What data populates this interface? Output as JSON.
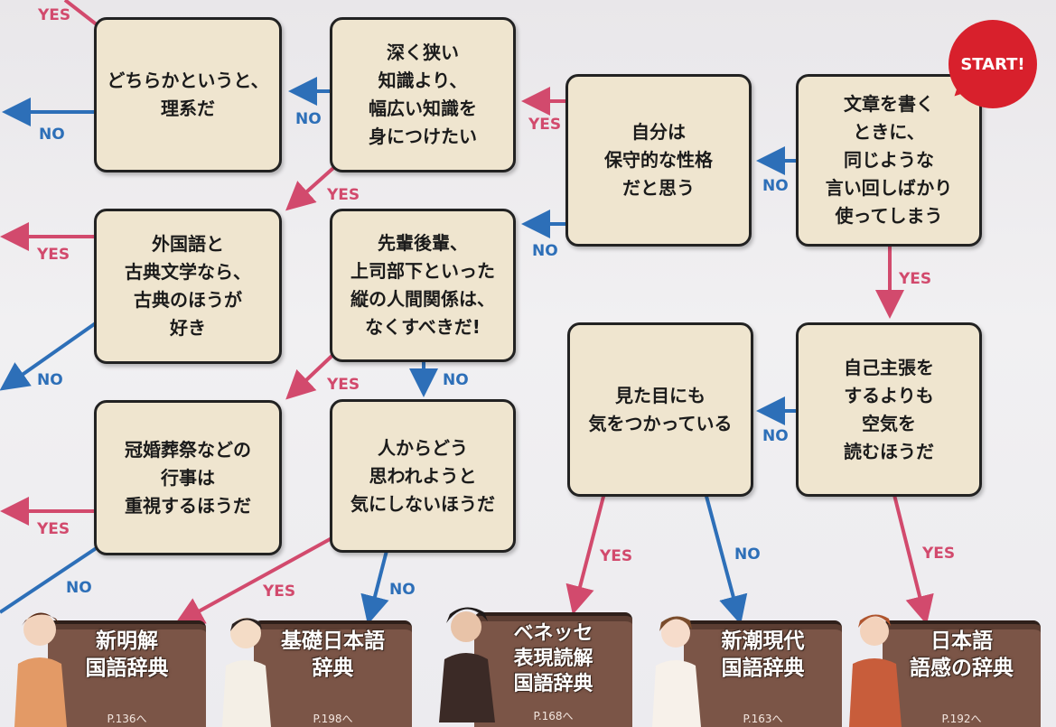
{
  "start_label": "START!",
  "answer_yes": "YES",
  "answer_no": "NO",
  "questions": [
    {
      "text": "文章を書く\nときに、\n同じような\n言い回しばかり\n使ってしまう"
    },
    {
      "text": "自分は\n保守的な性格\nだと思う"
    },
    {
      "text": "深く狭い\n知識より、\n幅広い知識を\n身につけたい"
    },
    {
      "text": "どちらかというと、\n理系だ"
    },
    {
      "text": "先輩後輩、\n上司部下といった\n縦の人間関係は、\nなくすべきだ!"
    },
    {
      "text": "外国語と\n古典文学なら、\n古典のほうが\n好き"
    },
    {
      "text": "人からどう\n思われようと\n気にしないほうだ"
    },
    {
      "text": "冠婚葬祭などの\n行事は\n重視するほうだ"
    },
    {
      "text": "自己主張を\nするよりも\n空気を\n読むほうだ"
    },
    {
      "text": "見た目にも\n気をつかっている"
    }
  ],
  "results": [
    {
      "title": "新明解\n国語辞典",
      "page": "P.136へ"
    },
    {
      "title": "基礎日本語\n辞典",
      "page": "P.198へ"
    },
    {
      "title": "ベネッセ\n表現読解\n国語辞典",
      "page": "P.168へ"
    },
    {
      "title": "新潮現代\n国語辞典",
      "page": "P.163へ"
    },
    {
      "title": "日本語\n語感の辞典",
      "page": "P.192へ"
    }
  ],
  "colors": {
    "yes": "#d24a6d",
    "no": "#2d6fb8",
    "box": "#efe5cf",
    "start": "#d8202c",
    "book": "#7b5547"
  }
}
